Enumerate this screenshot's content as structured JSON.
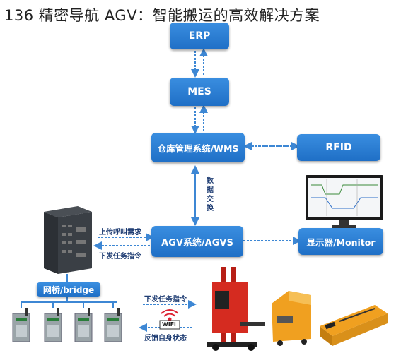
{
  "title": "136 精密导航 AGV：智能搬运的高效解决方案",
  "boxes": {
    "erp": "ERP",
    "mes": "MES",
    "wms": "仓库管理系统/WMS",
    "rfid": "RFID",
    "agvs": "AGV系统/AGVS",
    "monitor": "显示器/Monitor",
    "bridge": "网桥/bridge"
  },
  "labels": {
    "data_exchange": "数据交换",
    "upload_demand": "上传呼叫需求",
    "dispatch_task_left": "下发任务指令",
    "dispatch_task_right": "下发任务指令",
    "feedback_status": "反馈自身状态",
    "wifi": "WiFi"
  },
  "colors": {
    "box_blue": "#2a7fd6",
    "arrow_blue": "#3d87d4",
    "agv_orange": "#f0a020",
    "forklift_red": "#d52b20"
  }
}
